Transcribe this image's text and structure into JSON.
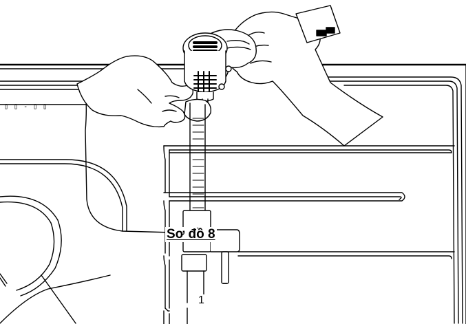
{
  "figure": {
    "caption": "Sơ đồ 8",
    "callouts": [
      {
        "id": "1",
        "text": "1"
      }
    ],
    "panel_marking": "▯ ▯ - ▯ ▯"
  }
}
